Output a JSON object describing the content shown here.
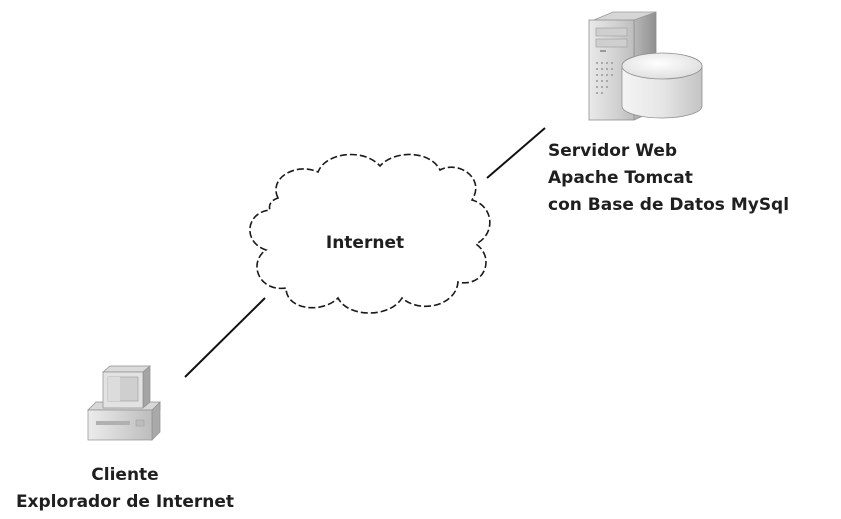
{
  "server": {
    "icon": "server-database-icon",
    "lines": [
      "Servidor Web",
      "Apache Tomcat",
      "con Base de Datos MySql"
    ]
  },
  "network": {
    "icon": "cloud-icon",
    "label": "Internet"
  },
  "client": {
    "icon": "desktop-computer-icon",
    "lines": [
      "Cliente",
      "Explorador de Internet"
    ]
  }
}
